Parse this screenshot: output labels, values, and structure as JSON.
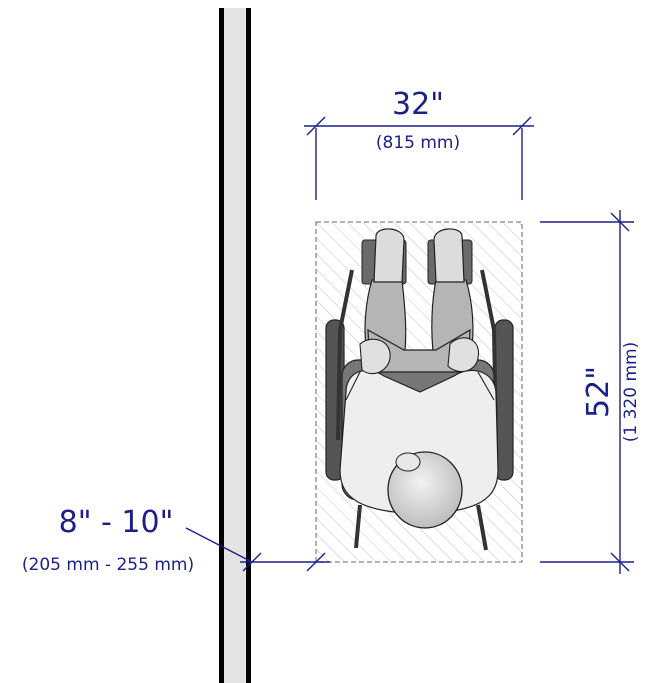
{
  "dimensions": {
    "width": {
      "imperial": "32\"",
      "metric": "(815 mm)"
    },
    "depth": {
      "imperial": "52\"",
      "metric": "(1 320 mm)"
    },
    "wall_offset": {
      "imperial": "8\" - 10\"",
      "metric": "(205 mm - 255 mm)"
    }
  },
  "colors": {
    "dimension": "#1b1f8a",
    "wall_fill": "#e3e3e3",
    "wall_edge": "#000000",
    "clear_space_border": "#888888",
    "hatch": "#c9c9c9",
    "wheel": "#555555",
    "figure_skin": "#d9d9d9",
    "figure_legs": "#b5b5b5",
    "figure_shirt": "#eeeeee"
  },
  "icons": [
    "wall",
    "clear-floor-space",
    "wheelchair-user-figure"
  ]
}
